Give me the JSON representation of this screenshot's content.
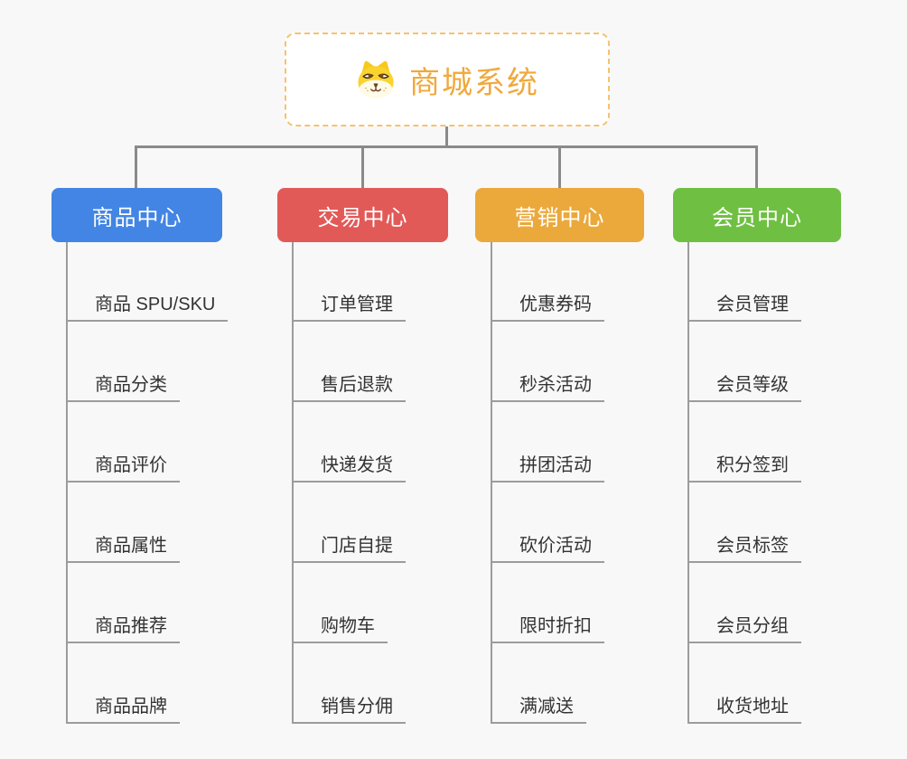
{
  "colors": {
    "background": "#f8f8f8",
    "connector": "#8a8a8a",
    "underline": "#9c9c9c",
    "item_text": "#333333"
  },
  "root": {
    "title": "商城系统",
    "title_color": "#f0a93c",
    "border_color": "#f6c26b",
    "icon": "shiba-dog-icon"
  },
  "branches": [
    {
      "label": "商品中心",
      "color": "#4285e4",
      "items": [
        "商品 SPU/SKU",
        "商品分类",
        "商品评价",
        "商品属性",
        "商品推荐",
        "商品品牌"
      ]
    },
    {
      "label": "交易中心",
      "color": "#e25a58",
      "items": [
        "订单管理",
        "售后退款",
        "快递发货",
        "门店自提",
        "购物车",
        "销售分佣"
      ]
    },
    {
      "label": "营销中心",
      "color": "#eba93c",
      "items": [
        "优惠券码",
        "秒杀活动",
        "拼团活动",
        "砍价活动",
        "限时折扣",
        "满减送"
      ]
    },
    {
      "label": "会员中心",
      "color": "#6fc042",
      "items": [
        "会员管理",
        "会员等级",
        "积分签到",
        "会员标签",
        "会员分组",
        "收货地址"
      ]
    }
  ]
}
